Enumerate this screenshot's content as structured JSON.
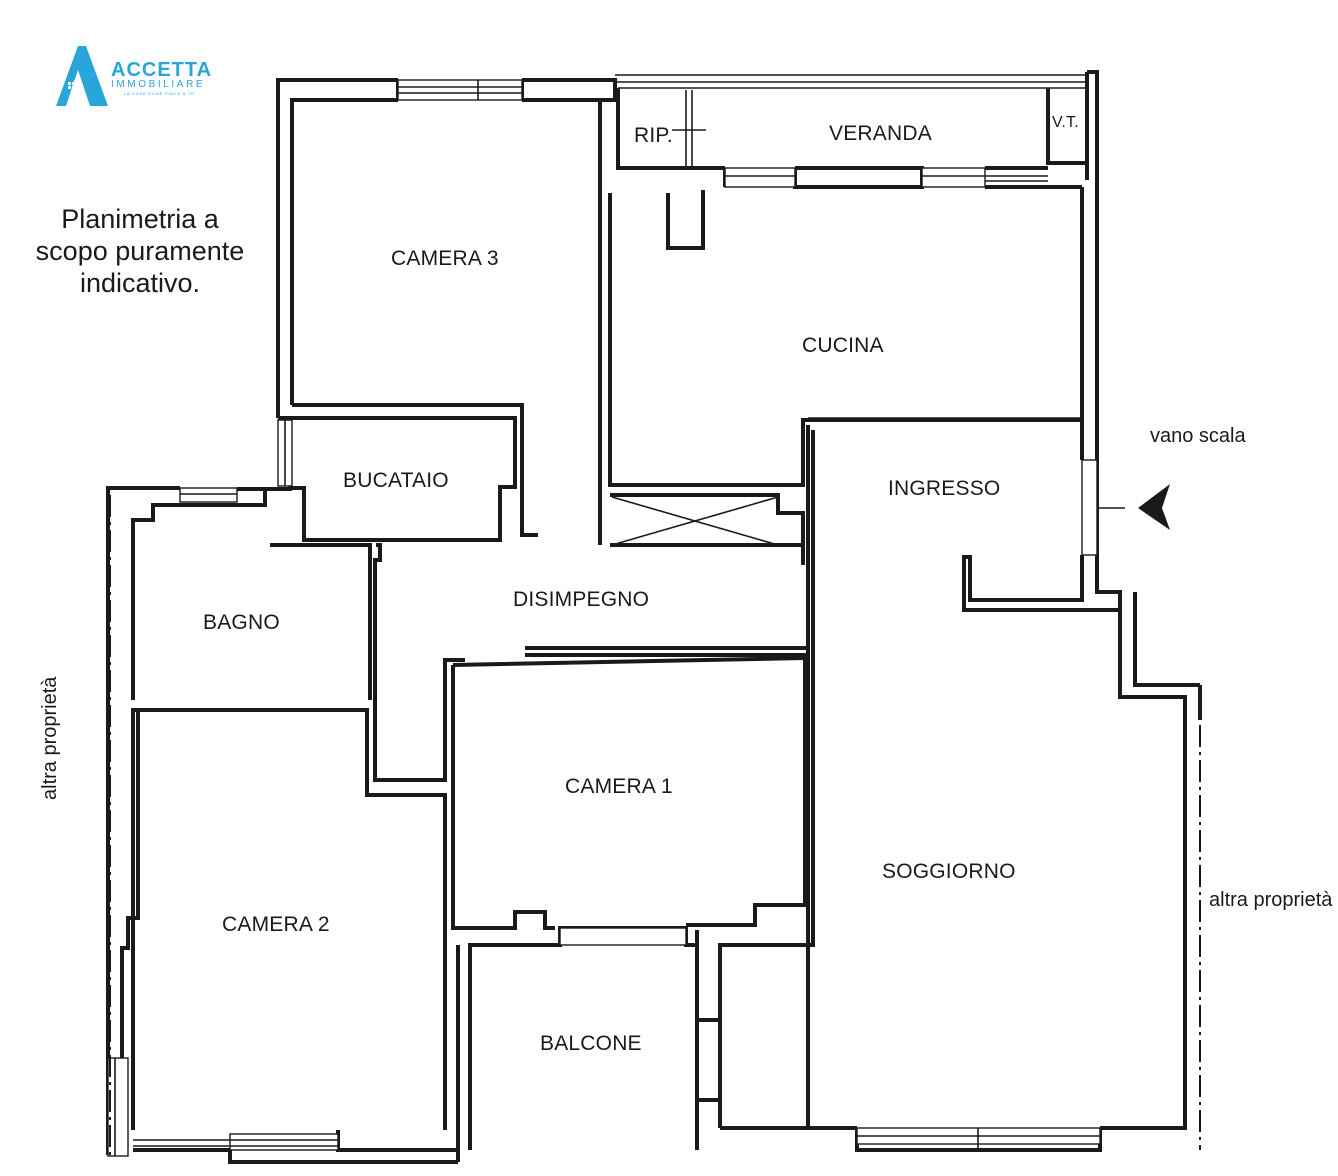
{
  "brand": {
    "name": "ACCETTA",
    "subtitle": "IMMOBILIARE",
    "tagline": "LA CASA COME PIACE A TE",
    "color": "#29a6d9"
  },
  "note": {
    "line1": "Planimetria a",
    "line2": "scopo puramente",
    "line3": "indicativo."
  },
  "rooms": {
    "rip": "RIP.",
    "veranda": "VERANDA",
    "vt": "V.T.",
    "camera3": "CAMERA 3",
    "cucina": "CUCINA",
    "bucataio": "BUCATAIO",
    "ingresso": "INGRESSO",
    "bagno": "BAGNO",
    "disimpegno": "DISIMPEGNO",
    "camera1": "CAMERA 1",
    "soggiorno": "SOGGIORNO",
    "camera2": "CAMERA 2",
    "balcone": "BALCONE"
  },
  "labels": {
    "vano_scala": "vano scala",
    "altra_proprieta_left": "altra proprietà",
    "altra_proprieta_right": "altra proprietà"
  },
  "colors": {
    "wall": "#1a1a1a",
    "background": "#ffffff"
  }
}
